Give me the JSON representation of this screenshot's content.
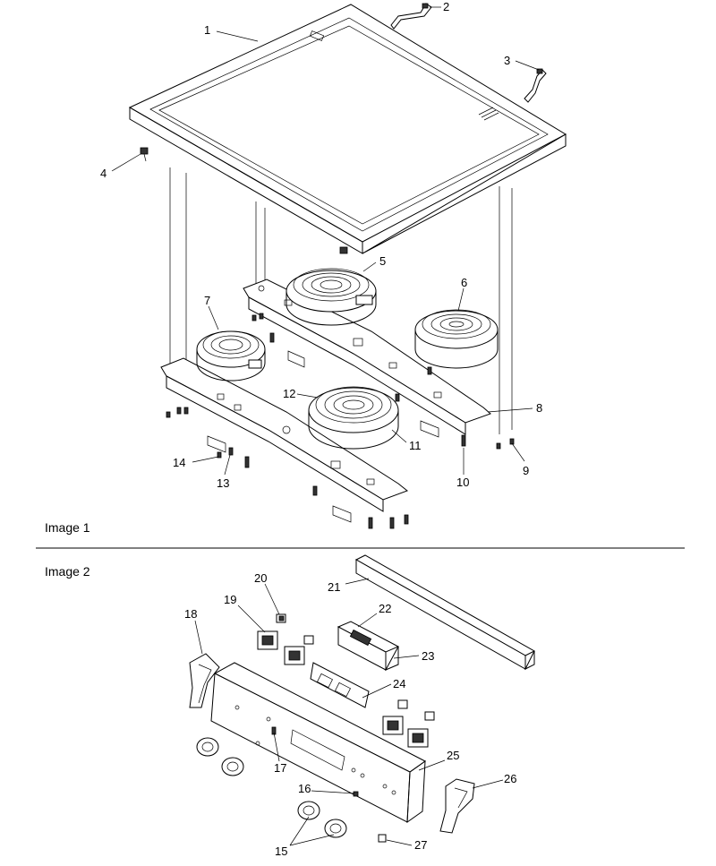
{
  "captions": {
    "image1": "Image 1",
    "image2": "Image 2"
  },
  "callouts": {
    "c1": "1",
    "c2": "2",
    "c3": "3",
    "c4": "4",
    "c5": "5",
    "c6": "6",
    "c7": "7",
    "c8": "8",
    "c9": "9",
    "c10": "10",
    "c11": "11",
    "c12": "12",
    "c13": "13",
    "c14": "14",
    "c15": "15",
    "c16": "16",
    "c17": "17",
    "c18": "18",
    "c19": "19",
    "c20": "20",
    "c21": "21",
    "c22": "22",
    "c23": "23",
    "c24": "24",
    "c25": "25",
    "c26": "26",
    "c27": "27"
  }
}
